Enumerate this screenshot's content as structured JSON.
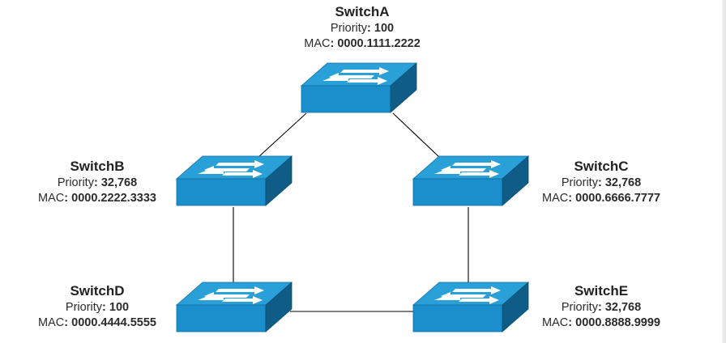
{
  "switches": [
    {
      "id": "a",
      "name": "SwitchA",
      "priority_label": "Priority",
      "priority": "100",
      "mac_label": "MAC",
      "mac": "0000.1111.2222"
    },
    {
      "id": "b",
      "name": "SwitchB",
      "priority_label": "Priority",
      "priority": "32,768",
      "mac_label": "MAC",
      "mac": "0000.2222.3333"
    },
    {
      "id": "c",
      "name": "SwitchC",
      "priority_label": "Priority",
      "priority": "32,768",
      "mac_label": "MAC",
      "mac": "0000.6666.7777"
    },
    {
      "id": "d",
      "name": "SwitchD",
      "priority_label": "Priority",
      "priority": "100",
      "mac_label": "MAC",
      "mac": "0000.4444.5555"
    },
    {
      "id": "e",
      "name": "SwitchE",
      "priority_label": "Priority",
      "priority": "32,768",
      "mac_label": "MAC",
      "mac": "0000.8888.9999"
    }
  ],
  "links": [
    {
      "from": "SwitchA",
      "to": "SwitchB"
    },
    {
      "from": "SwitchA",
      "to": "SwitchC"
    },
    {
      "from": "SwitchB",
      "to": "SwitchD"
    },
    {
      "from": "SwitchC",
      "to": "SwitchE"
    },
    {
      "from": "SwitchD",
      "to": "SwitchE"
    }
  ],
  "icon": "network-switch-icon",
  "colors": {
    "switch_top": "#2aa0d8",
    "switch_front": "#1b8fcc",
    "switch_side": "#0f5c86",
    "arrow": "#ffffff",
    "link": "#000000"
  }
}
